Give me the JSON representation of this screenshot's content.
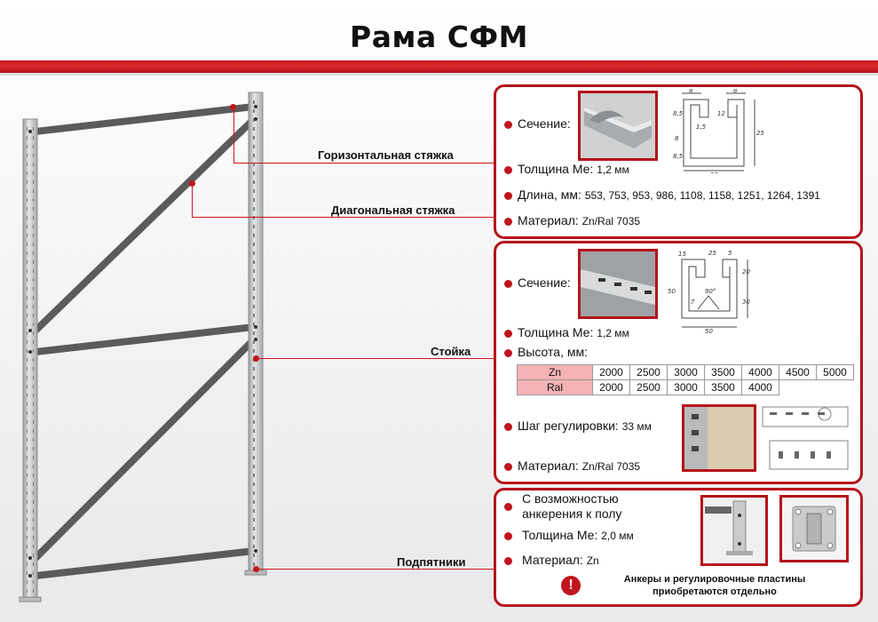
{
  "header": {
    "title": "Рама СФМ"
  },
  "callouts": {
    "horizontal": "Горизонтальная стяжка",
    "diagonal": "Диагональная стяжка",
    "upright": "Стойка",
    "footplate": "Подпятники"
  },
  "brace_panel": {
    "section_label": "Сечение:",
    "thickness_label": "Толщина Ме:",
    "thickness_value": "1,2 мм",
    "length_label": "Длина, мм:",
    "length_values": "553, 753, 953, 986, 1108, 1158, 1251, 1264, 1391",
    "material_label": "Материал:",
    "material_value": "Zn/Ral 7035",
    "drawing_dims": [
      "8",
      "8",
      "8,5",
      "12",
      "1,5",
      "8",
      "25",
      "8,5",
      "25"
    ]
  },
  "upright_panel": {
    "section_label": "Сечение:",
    "thickness_label": "Толщина Ме:",
    "thickness_value": "1,2 мм",
    "height_label": "Высота, мм:",
    "height_table": [
      {
        "name": "Zn",
        "values": [
          "2000",
          "2500",
          "3000",
          "3500",
          "4000",
          "4500",
          "5000"
        ]
      },
      {
        "name": "Ral",
        "values": [
          "2000",
          "2500",
          "3000",
          "3500",
          "4000"
        ]
      }
    ],
    "pitch_label": "Шаг регулировки:",
    "pitch_value": "33 мм",
    "material_label": "Материал:",
    "material_value": "Zn/Ral 7035",
    "drawing_dims": [
      "15",
      "25",
      "5",
      "20",
      "50",
      "30",
      "90°",
      "7",
      "50"
    ]
  },
  "foot_panel": {
    "anchor_text_1": "С возможностью",
    "anchor_text_2": "анкерения к полу",
    "thickness_label": "Толщина Ме:",
    "thickness_value": "2,0 мм",
    "material_label": "Материал:",
    "material_value": "Zn",
    "warning_icon": "!",
    "note_line_1": "Анкеры и регулировочные пластины",
    "note_line_2": "приобретаются отдельно"
  },
  "colors": {
    "accent": "#c0151e",
    "steel": "#5a5a5a",
    "galvanized": "#c9cbcc"
  }
}
